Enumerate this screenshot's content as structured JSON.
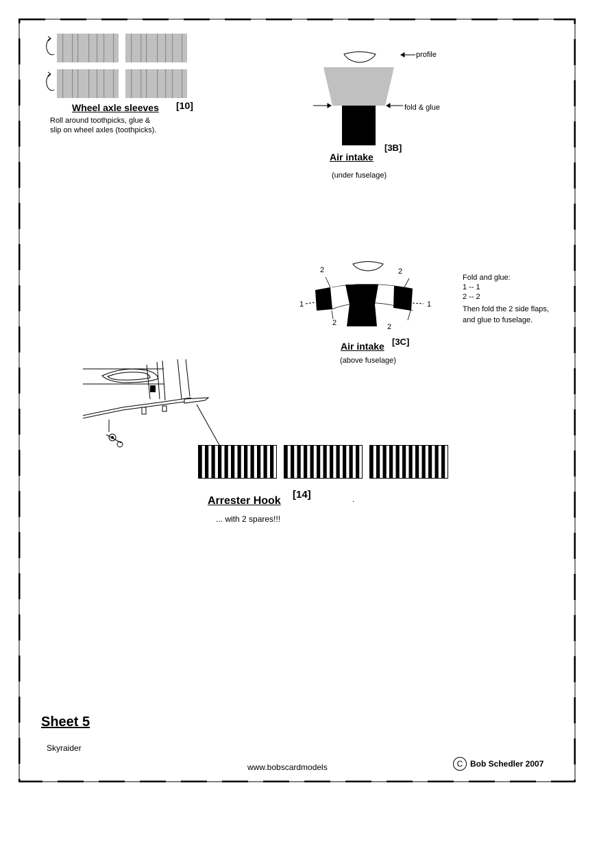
{
  "wheel_sleeves": {
    "title": "Wheel   axle sleeves",
    "part_no": "[10]",
    "instructions": [
      "Roll around toothpicks, glue &",
      "slip on wheel axles (toothpicks)."
    ]
  },
  "air_intake_3b": {
    "title": "Air intake",
    "part_no": "[3B]",
    "note": "(under fuselage)",
    "profile_label": "profile",
    "fold_label": "fold & glue"
  },
  "air_intake_3c": {
    "title": "Air intake",
    "part_no": "[3C]",
    "note": "(above fuselage)",
    "marks": {
      "two": "2",
      "one": "1"
    },
    "instructions": [
      "Fold and glue:",
      "1 -- 1",
      "2 -- 2",
      "Then fold the 2 side flaps,",
      "and glue to fuselage."
    ]
  },
  "arrester_hook": {
    "title": "Arrester Hook",
    "part_no": "[14]",
    "note": "... with 2 spares!!!",
    "dot": "."
  },
  "footer": {
    "sheet": "Sheet  5",
    "model": "Skyraider",
    "website": "www.bobscardmodels",
    "copyright_symbol": "C",
    "copyright": "Bob Schedler  2007"
  },
  "colors": {
    "part_gray": "#c0c0c0",
    "stripe_gray": "#8c8c8c",
    "black": "#000000"
  }
}
